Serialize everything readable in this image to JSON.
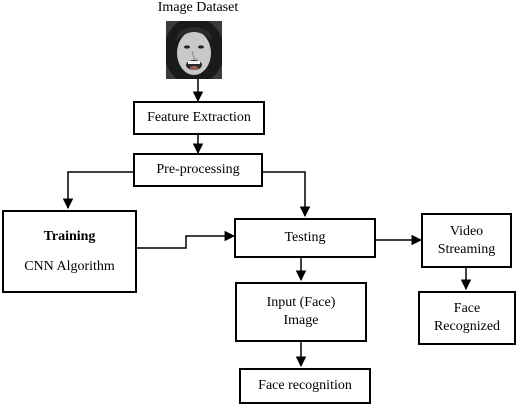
{
  "diagram": {
    "title": "Image Dataset",
    "nodes": {
      "feature_extraction": "Feature Extraction",
      "preprocessing": "Pre-processing",
      "training_title": "Training",
      "training_sub": "CNN Algorithm",
      "testing": "Testing",
      "video_line1": "Video",
      "video_line2": "Streaming",
      "input_line1": "Input (Face)",
      "input_line2": "Image",
      "face_rec_line1": "Face",
      "face_rec_line2": "Recognized",
      "face_recognition": "Face recognition"
    }
  }
}
